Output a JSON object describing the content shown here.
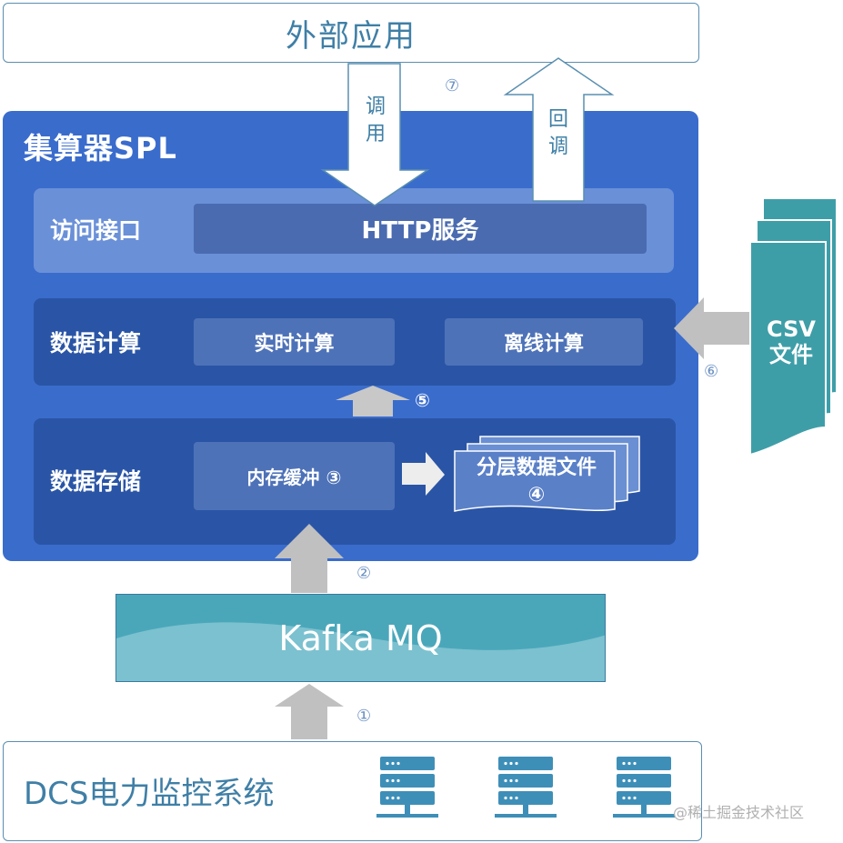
{
  "external_app": {
    "label": "外部应用"
  },
  "spl": {
    "title": "集算器SPL"
  },
  "access_layer": {
    "label": "访问接口",
    "http_service": "HTTP服务"
  },
  "compute_layer": {
    "label": "数据计算",
    "realtime": "实时计算",
    "offline": "离线计算"
  },
  "storage_layer": {
    "label": "数据存储",
    "memory_buffer": "内存缓冲 ③",
    "layered_files_line1": "分层数据文件",
    "layered_files_line2": "④"
  },
  "arrows": {
    "call": "调\n用",
    "call_1": "调",
    "call_2": "用",
    "callback_1": "回",
    "callback_2": "调",
    "step1": "①",
    "step2": "②",
    "step5": "⑤",
    "step6": "⑥",
    "step7": "⑦"
  },
  "csv": {
    "line1": "CSV",
    "line2": "文件"
  },
  "kafka": {
    "label": "Kafka MQ"
  },
  "dcs": {
    "label": "DCS电力监控系统",
    "server_icons": [
      "server-icon",
      "server-icon",
      "server-icon"
    ]
  },
  "watermark": "@稀土掘金技术社区",
  "colors": {
    "spl_blue": "#3a6ccc",
    "layer_dark": "#2a55a6",
    "kafka_teal": "#4aa7ba",
    "csv_teal": "#3e9ea8",
    "arrow_gray": "#c0c0c0",
    "text_blue": "#3f7fa6"
  }
}
